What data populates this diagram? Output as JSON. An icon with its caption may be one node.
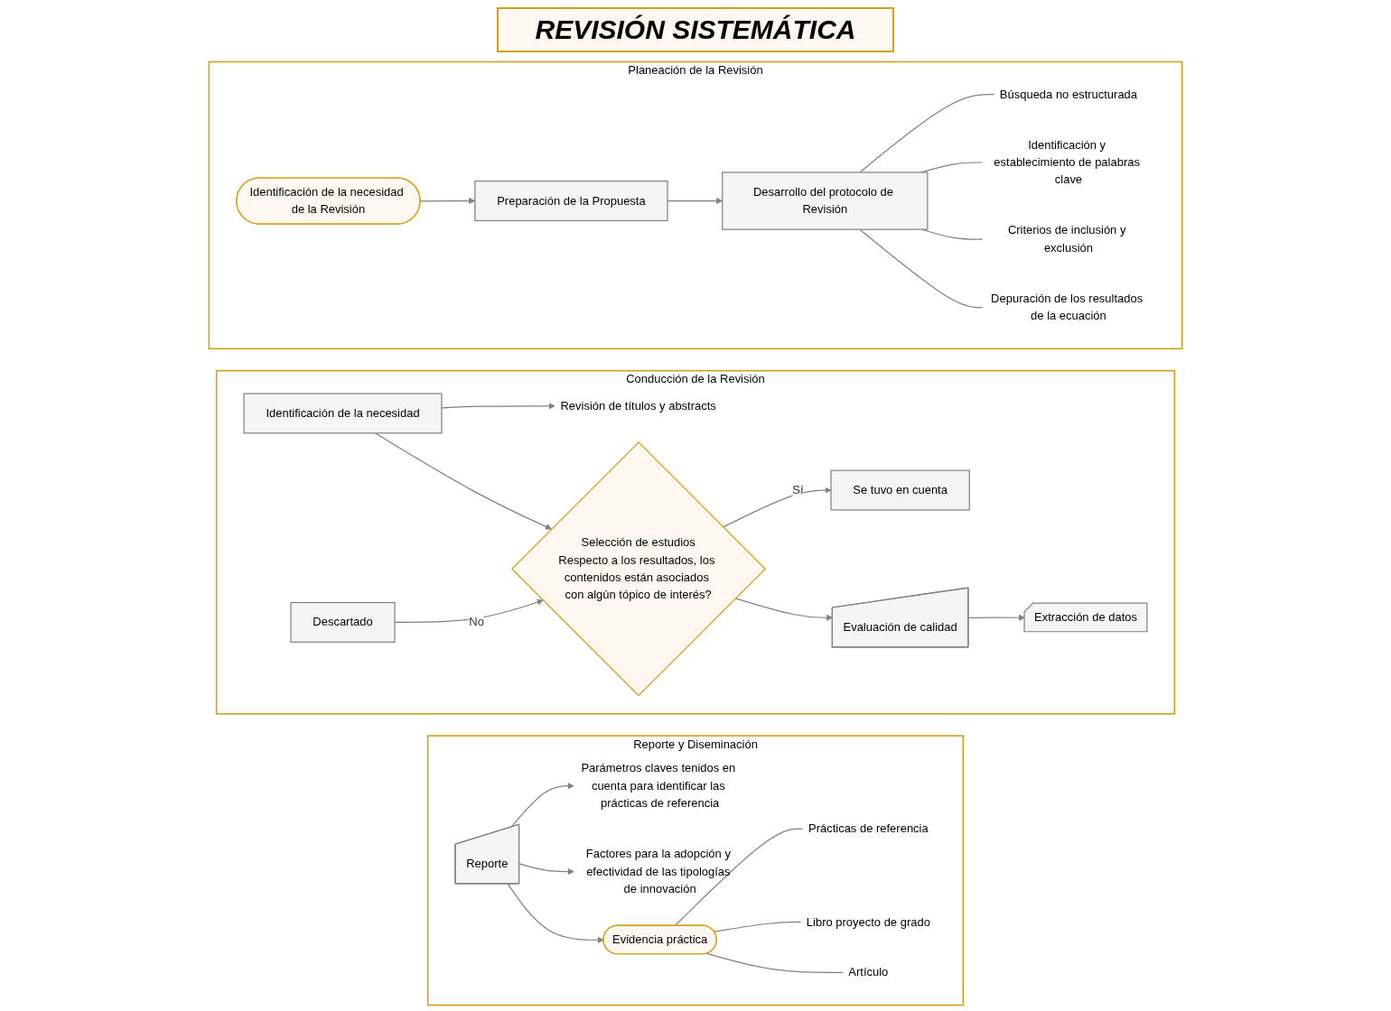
{
  "diagram": {
    "title": "REVISIÓN SISTEMÁTICA",
    "nodes": [
      {
        "text": [
          "Reporte y Diseminación"
        ]
      },
      {
        "text": [
          "Reporte"
        ],
        "in": 0
      },
      {
        "text": [
          "Parámetros claves tenidos en cuenta para identificar las prácticas de referencia"
        ],
        "in": 0
      },
      {
        "text": [
          "Factores para la adopción y efectividad de las tipologías de innovación"
        ],
        "in": 0
      },
      {
        "text": [
          "Evidencia práctica"
        ],
        "in": 0
      },
      {
        "text": [
          "Prácticas de referencia"
        ],
        "in": 0
      },
      {
        "text": [
          "Libro proyecto de grado"
        ],
        "in": 0
      },
      {
        "text": [
          "Artículo"
        ],
        "in": 0
      },
      {
        "text": [
          "Conducción de la Revisión"
        ]
      },
      {
        "text": [
          "Identificación de la necesidad"
        ],
        "in": 8
      },
      {
        "text": [
          "Revisión de títulos y abstracts"
        ],
        "in": 8
      },
      {
        "text": [
          "Se tuvo en cuenta"
        ],
        "in": 8
      },
      {
        "text": [
          "Selección de estudios",
          "Respecto a los resultados, los contenidos están asociados con algún tópico de interés?"
        ],
        "in": 8
      },
      {
        "text": [
          "Extracción de datos"
        ],
        "in": 8
      },
      {
        "text": [
          "Evaluación de calidad"
        ],
        "in": 8
      },
      {
        "text": [
          "Descartado"
        ],
        "in": 8
      },
      {
        "text": [
          "Planeación de la Revisión"
        ]
      },
      {
        "text": [
          "Identificación de la necesidad de la Revisión"
        ],
        "in": 16
      },
      {
        "text": [
          "Preparación de la Propuesta"
        ],
        "in": 16
      },
      {
        "text": [
          "Desarrollo del protocolo de Revisión"
        ],
        "in": 16
      },
      {
        "text": [
          "Búsqueda no estructurada"
        ],
        "in": 16
      },
      {
        "text": [
          "Identificación y establecimiento de palabras clave"
        ],
        "in": 16
      },
      {
        "text": [
          "Criterios de inclusión y exclusión"
        ],
        "in": 16
      },
      {
        "text": [
          "Depuración de los resultados de la ecuación"
        ],
        "in": 16
      }
    ],
    "edges": [
      {
        "from": 1,
        "to": 2,
        "arrow": "to"
      },
      {
        "from": 1,
        "to": 3,
        "arrow": "to"
      },
      {
        "from": 1,
        "to": 4,
        "arrow": "to"
      },
      {
        "from": 4,
        "to": 5,
        "arrow": "none"
      },
      {
        "from": 4,
        "to": 6,
        "arrow": "none"
      },
      {
        "from": 4,
        "to": 7,
        "arrow": "none"
      },
      {
        "from": 9,
        "to": 10,
        "arrow": "to"
      },
      {
        "from": 9,
        "to": 12,
        "arrow": "to"
      },
      {
        "from": 12,
        "to": 11,
        "arrow": "to",
        "label": "Sí"
      },
      {
        "from": 15,
        "to": 12,
        "arrow": "to",
        "label": "No"
      },
      {
        "from": 12,
        "to": 14,
        "arrow": "to"
      },
      {
        "from": 14,
        "to": 13,
        "arrow": "to"
      },
      {
        "from": 17,
        "to": 18,
        "arrow": "to"
      },
      {
        "from": 18,
        "to": 19,
        "arrow": "to"
      },
      {
        "from": 19,
        "to": 20,
        "arrow": "none"
      },
      {
        "from": 19,
        "to": 21,
        "arrow": "none"
      },
      {
        "from": 19,
        "to": 22,
        "arrow": "none"
      },
      {
        "from": 19,
        "to": 23,
        "arrow": "none"
      }
    ]
  }
}
